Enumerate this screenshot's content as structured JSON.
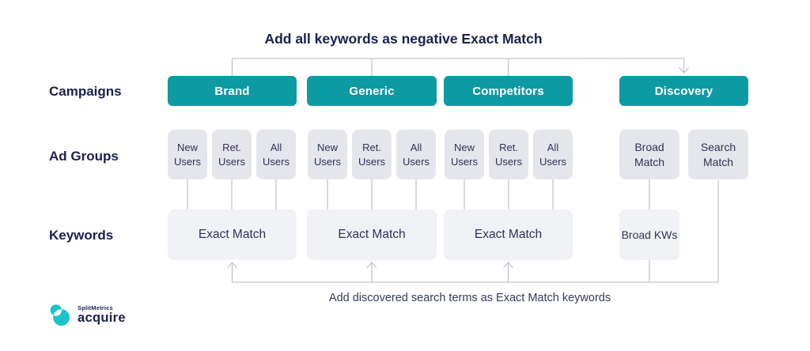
{
  "title": "Add all keywords as negative Exact Match",
  "row_labels": {
    "campaigns": "Campaigns",
    "ad_groups": "Ad Groups",
    "keywords": "Keywords"
  },
  "campaigns": [
    {
      "name": "Brand",
      "ad_groups": [
        "New Users",
        "Ret. Users",
        "All Users"
      ],
      "keywords": "Exact Match"
    },
    {
      "name": "Generic",
      "ad_groups": [
        "New Users",
        "Ret. Users",
        "All Users"
      ],
      "keywords": "Exact Match"
    },
    {
      "name": "Competitors",
      "ad_groups": [
        "New Users",
        "Ret. Users",
        "All Users"
      ],
      "keywords": "Exact Match"
    },
    {
      "name": "Discovery",
      "ad_groups": [
        "Broad Match",
        "Search Match"
      ],
      "keywords": "Broad KWs"
    }
  ],
  "annotations": {
    "top": "Add all keywords as negative Exact Match",
    "bottom": "Add discovered search terms as Exact Match keywords"
  },
  "logo": {
    "brand": "SplitMetrics",
    "product": "acquire"
  },
  "colors": {
    "campaign_teal": "#0e9aa2",
    "logo_teal": "#1ec2c9",
    "navy_text": "#1b2050",
    "adgroup_gray": "#e4e6ec",
    "keyword_gray": "#f1f2f6",
    "connector_line": "#c0c5d2"
  }
}
